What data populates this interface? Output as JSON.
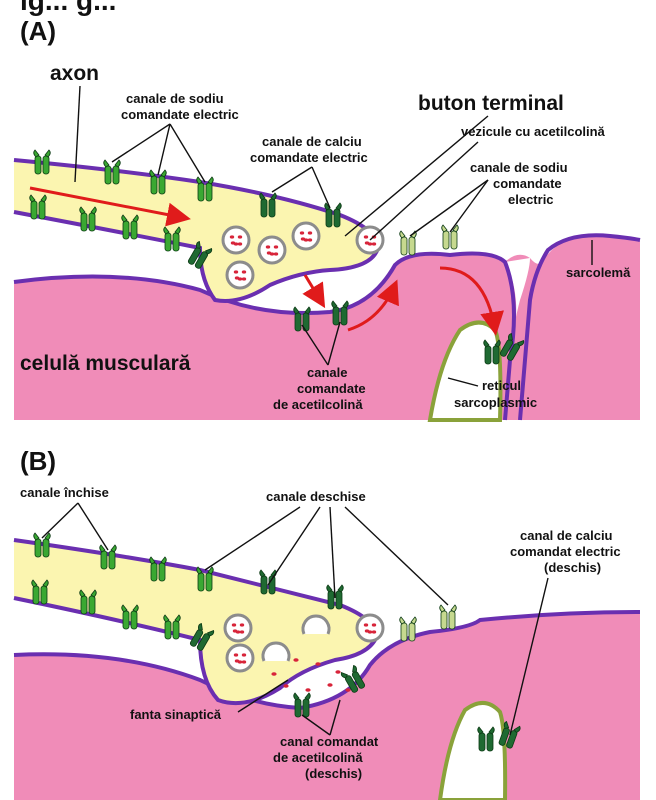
{
  "colors": {
    "muscle": "#f08cb8",
    "axoplasm": "#fbf5b0",
    "membrane_outer": "#6a2fb0",
    "membrane_inner": "#e46f7a",
    "channel_green": "#3aa832",
    "channel_dark": "#1f6a32",
    "channel_light": "#c6d98f",
    "vesicle_dots": "#d8243a",
    "arrow_red": "#e01b1b"
  },
  "header_fragment": "ig... g...",
  "panel_a": {
    "letter": "(A)",
    "axon": "axon",
    "sodium_channels": [
      "canale de sodiu",
      "comandate electric"
    ],
    "calcium_channels": [
      "canale de calciu",
      "comandate electric"
    ],
    "terminal_button": "buton terminal",
    "vesicles": "vezicule cu acetilcolină",
    "muscle_sodium_channels": [
      "canale de sodiu",
      "comandate",
      "electric"
    ],
    "sarcolemma": "sarcolemă",
    "muscle_cell": "celulă musculară",
    "ach_channels": [
      "canale",
      "comandate",
      "de acetilcolină"
    ],
    "sarcoplasmic_reticulum": [
      "reticul",
      "sarcoplasmic"
    ]
  },
  "panel_b": {
    "letter": "(B)",
    "closed_channels": "canale închise",
    "open_channels": "canale deschise",
    "calcium_channel_open": [
      "canal de calciu",
      "comandat electric",
      "(deschis)"
    ],
    "synaptic_cleft": "fanta sinaptică",
    "ach_channel_open": [
      "canal comandat",
      "de acetilcolină",
      "(deschis)"
    ]
  }
}
